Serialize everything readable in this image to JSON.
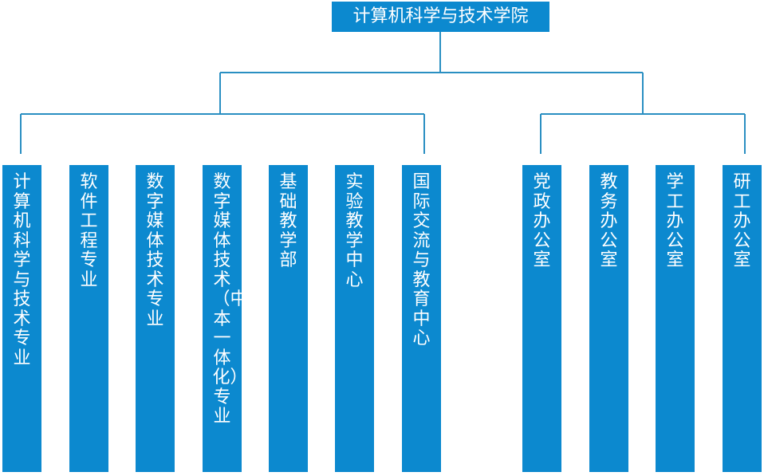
{
  "root": {
    "label": "计算机科学与技术学院"
  },
  "groups": [
    {
      "name": "academic",
      "units": [
        {
          "label": "计算机科学与技术专业"
        },
        {
          "label": "软件工程专业"
        },
        {
          "label": "数字媒体技术专业"
        },
        {
          "label": "数字媒体技术（中本一体化）专业"
        },
        {
          "label": "基础教学部"
        },
        {
          "label": "实验教学中心"
        },
        {
          "label": "国际交流与教育中心"
        }
      ]
    },
    {
      "name": "administrative",
      "units": [
        {
          "label": "党政办公室"
        },
        {
          "label": "教务办公室"
        },
        {
          "label": "学工办公室"
        },
        {
          "label": "研工办公室"
        }
      ]
    }
  ],
  "colors": {
    "box": "#0c89cf",
    "connector": "#2a8fc2",
    "text": "#ffffff"
  }
}
